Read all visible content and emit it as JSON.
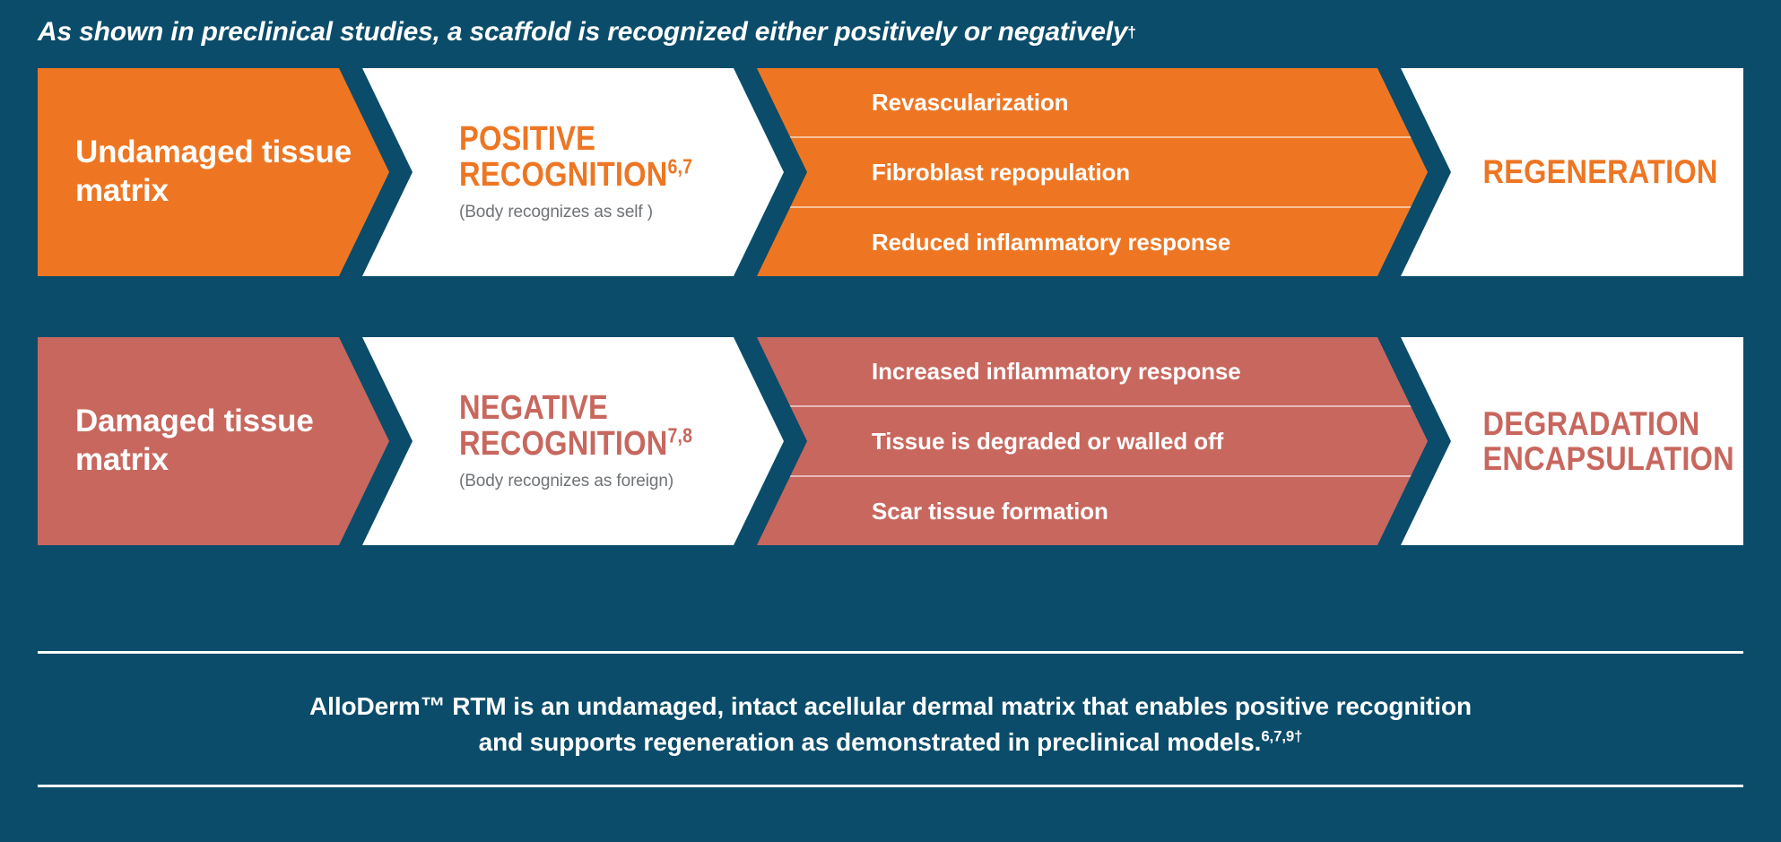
{
  "title": {
    "text": "As shown in preclinical studies, a scaffold is recognized either positively or negatively",
    "superscript": "†"
  },
  "colors": {
    "background_teal": "#0a4c6a",
    "positive_orange": "#ee7623",
    "negative_rose": "#c8675e",
    "panel_white": "#ffffff",
    "subtext_gray": "#6f7376"
  },
  "rows": [
    {
      "id": "positive",
      "source_label": "Undamaged\ntissue matrix",
      "recognition_title": "POSITIVE\nRECOGNITION",
      "recognition_superscript": "6,7",
      "recognition_subtitle": "(Body recognizes as self )",
      "outcomes": [
        "Revascularization",
        "Fibroblast repopulation",
        "Reduced inflammatory response"
      ],
      "result_label": "REGENERATION"
    },
    {
      "id": "negative",
      "source_label": "Damaged\ntissue matrix",
      "recognition_title": "NEGATIVE\nRECOGNITION",
      "recognition_superscript": "7,8",
      "recognition_subtitle": "(Body recognizes as foreign)",
      "outcomes": [
        "Increased inflammatory response",
        "Tissue is degraded or walled off",
        "Scar tissue formation"
      ],
      "result_label": "DEGRADATION\nENCAPSULATION"
    }
  ],
  "footer": {
    "line1": "AlloDerm™ RTM is an undamaged, intact acellular dermal matrix that enables positive recognition",
    "line2": "and supports regeneration as demonstrated in preclinical models.",
    "line2_superscript": "6,7,9†"
  }
}
